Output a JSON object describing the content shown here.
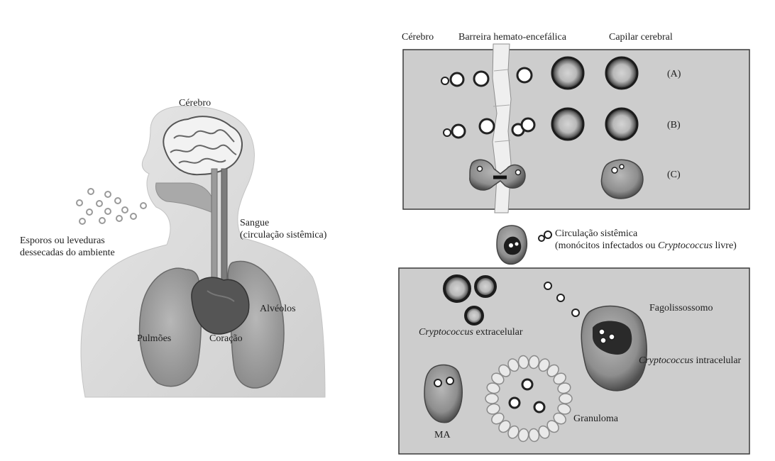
{
  "left": {
    "labels": {
      "brain": "Cérebro",
      "spores_line1": "Esporos ou leveduras",
      "spores_line2": "dessecadas do ambiente",
      "blood_line1": "Sangue",
      "blood_line2": "(circulação sistêmica)",
      "alveoli": "Alvéolos",
      "lungs": "Pulmões",
      "heart": "Coração"
    }
  },
  "right": {
    "headers": {
      "brain": "Cérebro",
      "barrier": "Barreira hemato-encefálica",
      "capillary": "Capilar cerebral"
    },
    "rows": {
      "a": "(A)",
      "b": "(B)",
      "c": "(C)"
    },
    "systemic": {
      "line1": "Circulação sistêmica",
      "line2_prefix": "(monócitos infectados ou ",
      "line2_italic": "Cryptococcus",
      "line2_suffix": " livre)"
    },
    "lung_box": {
      "extracellular_italic": "Cryptococcus",
      "extracellular_rest": " extracelular",
      "phagolysosome": "Fagolissossomo",
      "intracellular_italic": "Cryptococcus",
      "intracellular_rest": " intracelular",
      "granuloma": "Granuloma",
      "ma": "MA"
    }
  },
  "colors": {
    "panel": "#cdcdcd",
    "panel_border": "#3a3a3a",
    "capsule_dark": "#1c1c1c",
    "cell_gray": "#8a8a8a"
  }
}
